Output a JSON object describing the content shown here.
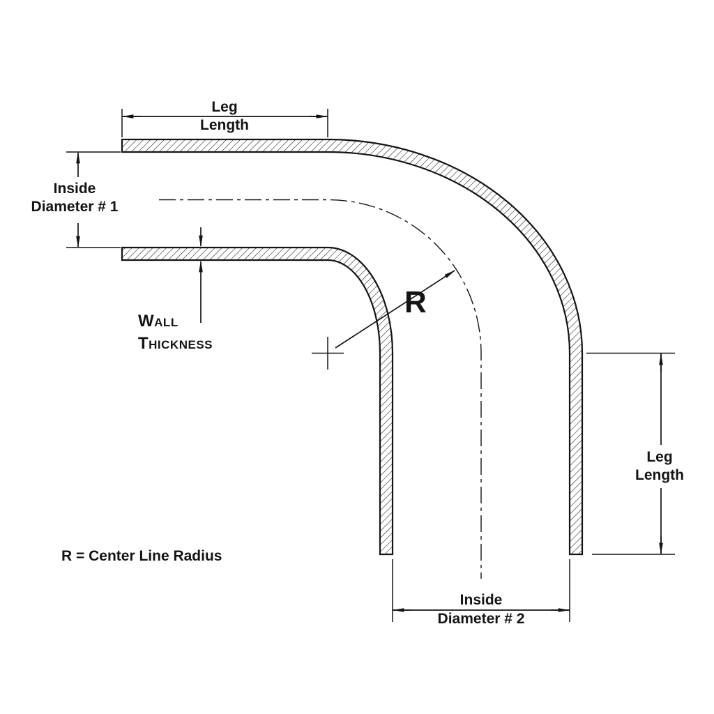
{
  "diagram": {
    "background": "#ffffff",
    "line_color": "#141414",
    "labels": {
      "leg_length_top": {
        "line1": "Leg",
        "line2": "Length"
      },
      "inside_diameter_1": {
        "line1": "Inside",
        "line2": "Diameter # 1"
      },
      "wall_thickness": {
        "line1": "Wall",
        "line2": "Thickness"
      },
      "radius_symbol": "R",
      "radius_legend": "R = Center Line Radius",
      "leg_length_right": {
        "line1": "Leg",
        "line2": "Length"
      },
      "inside_diameter_2": {
        "line1": "Inside",
        "line2": "Diameter # 2"
      }
    }
  }
}
